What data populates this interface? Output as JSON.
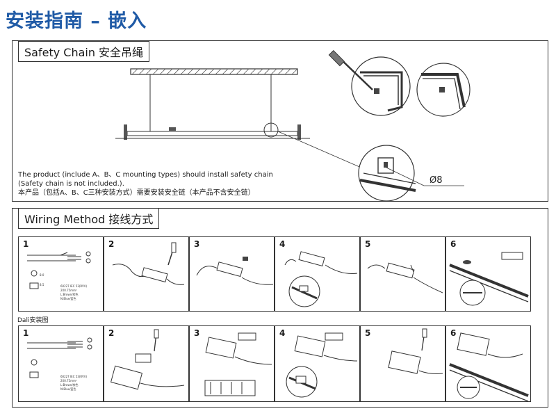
{
  "page_title": "安装指南 – 嵌入",
  "safety_section": {
    "label": "Safety Chain 安全吊绳",
    "note_en_1": "The product (include A、B、C mounting types) should install safety chain",
    "note_en_2": "(Safety chain is not included.).",
    "note_zh": "本产品（包括A、B、C三种安装方式）需要安装安全链（本产品不含安全链）",
    "callout": "Ø8"
  },
  "wiring_section": {
    "label": "Wiring Method 接线方式",
    "dali_label": "Dali安装图",
    "wire_spec_1": "60227 IEC 53(RVV)",
    "wire_spec_2": "2X0.75mm²",
    "wire_spec_3": "L:Brown/棕色",
    "wire_spec_4": "N:Blue/蓝色",
    "dim_a": "8.0",
    "dim_b": "8.5",
    "steps_row1": [
      "1",
      "2",
      "3",
      "4",
      "5",
      "6"
    ],
    "steps_row2": [
      "1",
      "2",
      "3",
      "4",
      "5",
      "6"
    ]
  },
  "colors": {
    "title": "#1f5aa6",
    "line": "#333333"
  }
}
